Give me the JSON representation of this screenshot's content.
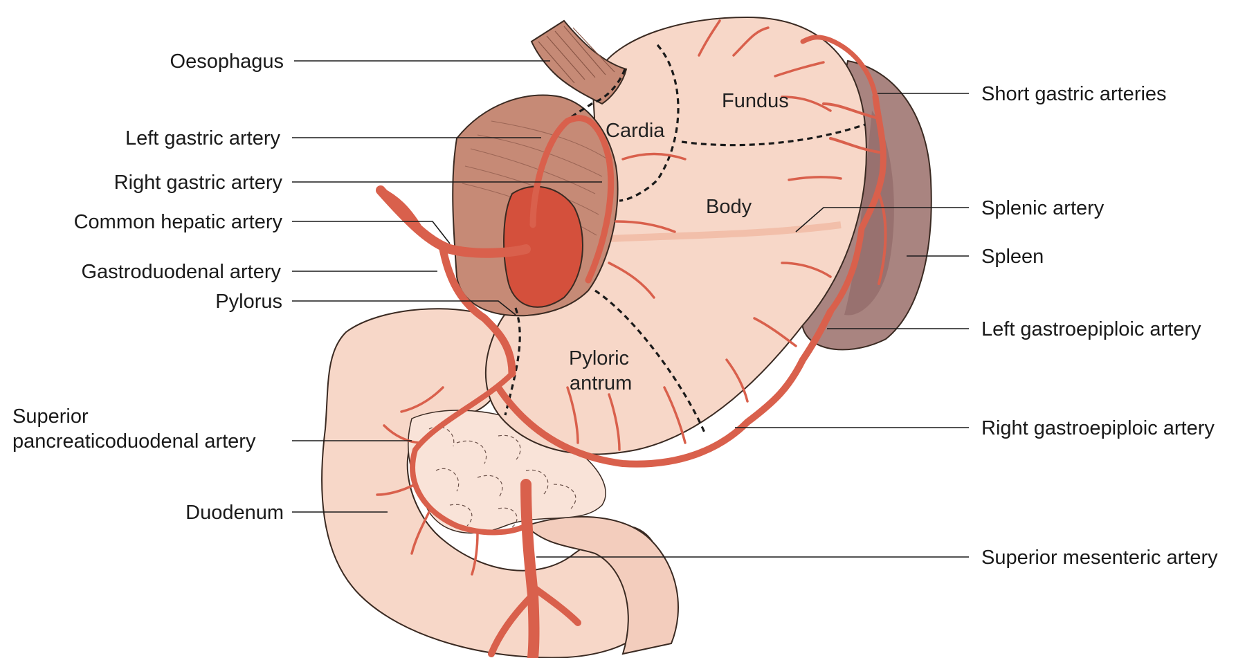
{
  "colors": {
    "stomach": "#f7d7c8",
    "stomach_outline": "#3a2a22",
    "artery": "#d9604c",
    "spleen": "#a98480",
    "muscle": "#c68a76",
    "pylorus_dark": "#d4503c"
  },
  "labels_left": {
    "oesophagus": "Oesophagus",
    "left_gastric": "Left gastric artery",
    "right_gastric": "Right gastric artery",
    "common_hepatic": "Common hepatic artery",
    "gastroduodenal": "Gastroduodenal artery",
    "pylorus": "Pylorus",
    "sup_pancreatico_1": "Superior",
    "sup_pancreatico_2": "pancreaticoduodenal artery",
    "duodenum": "Duodenum"
  },
  "labels_right": {
    "short_gastric": "Short gastric arteries",
    "splenic": "Splenic artery",
    "spleen": "Spleen",
    "left_gastroepiploic": "Left gastroepiploic artery",
    "right_gastroepiploic": "Right gastroepiploic artery",
    "sup_mesenteric": "Superior mesenteric artery"
  },
  "regions": {
    "fundus": "Fundus",
    "cardia": "Cardia",
    "body": "Body",
    "pyloric_1": "Pyloric",
    "pyloric_2": "antrum"
  }
}
